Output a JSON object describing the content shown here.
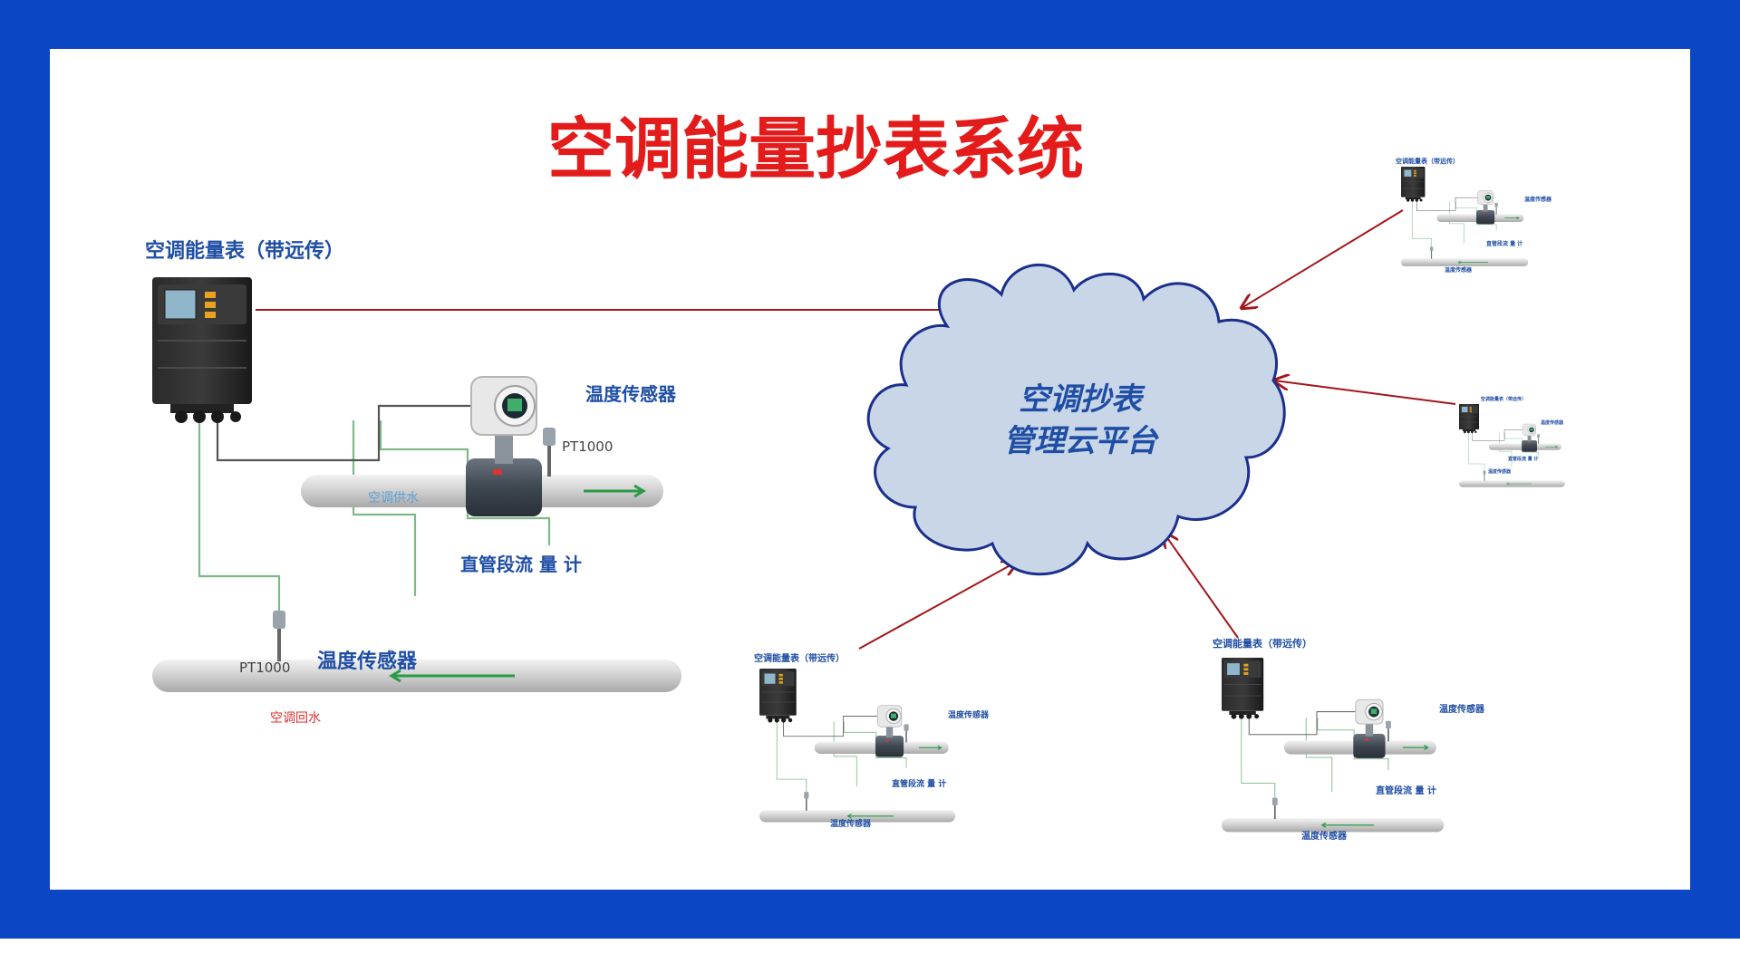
{
  "title": "空调能量抄表系统",
  "colors": {
    "frame": "#0b47c4",
    "title": "#e31b1b",
    "label": "#1f4ea5",
    "arrow": "#a3161a",
    "cloud_fill": "#c9d6e8",
    "cloud_stroke": "#1b2f8c",
    "signal_green": "#7fb98a",
    "signal_dark": "#555555",
    "pipe": "#d6d6d6",
    "supply_text": "#5aa0d8",
    "return_text": "#e03030"
  },
  "cloud": {
    "line1": "空调抄表",
    "line2": "管理云平台"
  },
  "station": {
    "meter_label": "空调能量表（带远传）",
    "sensor_label": "温度传感器",
    "pt_label": "PT1000",
    "flow_label": "直管段流 量 计",
    "supply_label": "空调供水",
    "return_label": "空调回水"
  }
}
